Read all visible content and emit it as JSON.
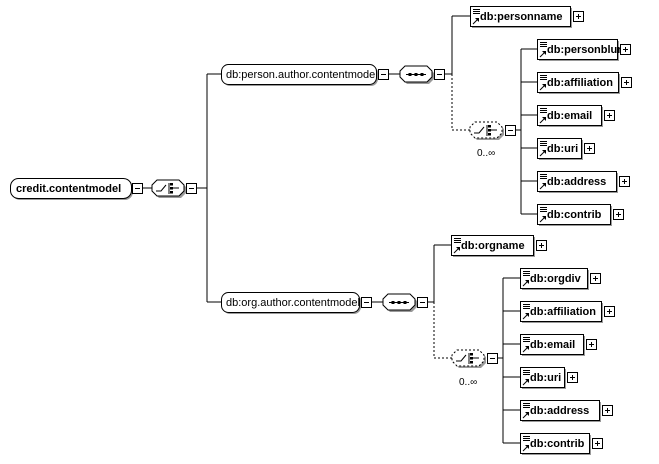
{
  "root": {
    "label": "credit.contentmodel"
  },
  "groups": [
    {
      "label": "db:person.author.contentmodel",
      "first_element": "db:personname",
      "choice_occurrence": "0..∞",
      "choice_elements": [
        "db:personblurb",
        "db:affiliation",
        "db:email",
        "db:uri",
        "db:address",
        "db:contrib"
      ]
    },
    {
      "label": "db:org.author.contentmodel",
      "first_element": "db:orgname",
      "choice_occurrence": "0..∞",
      "choice_elements": [
        "db:orgdiv",
        "db:affiliation",
        "db:email",
        "db:uri",
        "db:address",
        "db:contrib"
      ]
    }
  ],
  "colors": {
    "stroke": "#000000",
    "fill": "#ffffff",
    "shadow": "#9a9a9a"
  }
}
